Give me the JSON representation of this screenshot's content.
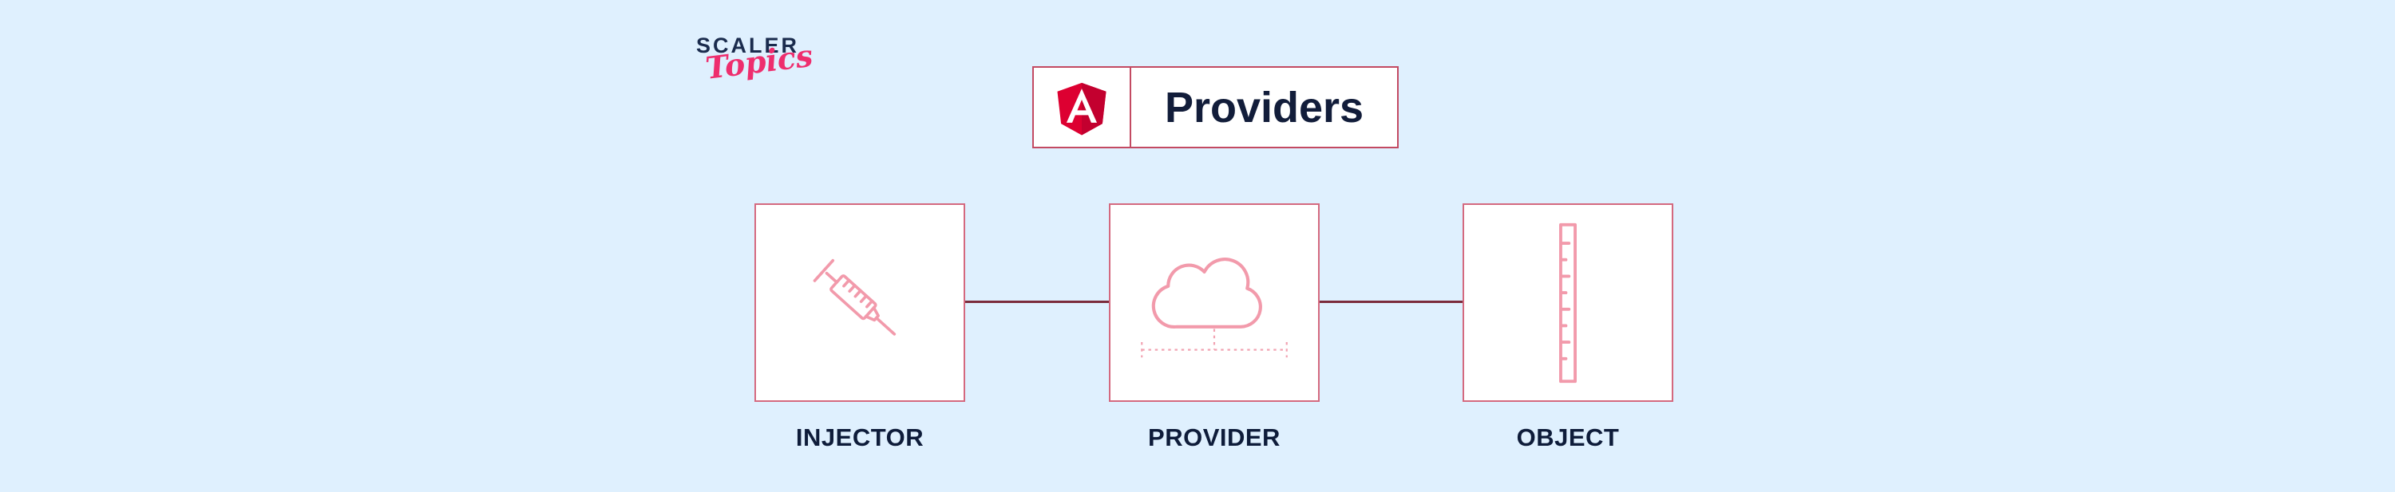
{
  "page": {
    "background_color": "#dff0fe"
  },
  "brand": {
    "name": "SCALER",
    "sub_name": "Topics",
    "name_color": "#1a2b4d",
    "sub_name_color": "#ee2e6e"
  },
  "title_banner": {
    "label": "Providers",
    "logo": "angular-logo",
    "border_color": "#c34a62",
    "text_color": "#121d3a",
    "angular_red": "#dd0031",
    "angular_dark_red": "#c3002f",
    "angular_letter_color": "#ffffff"
  },
  "diagram": {
    "connector_color": "#7b2c3c",
    "node_border_color": "#d4697f",
    "icon_color": "#f29aab",
    "label_color": "#0e1c3a",
    "nodes": [
      {
        "label": "INJECTOR",
        "icon": "syringe-icon"
      },
      {
        "label": "PROVIDER",
        "icon": "cloud-icon"
      },
      {
        "label": "OBJECT",
        "icon": "ruler-icon"
      }
    ]
  }
}
